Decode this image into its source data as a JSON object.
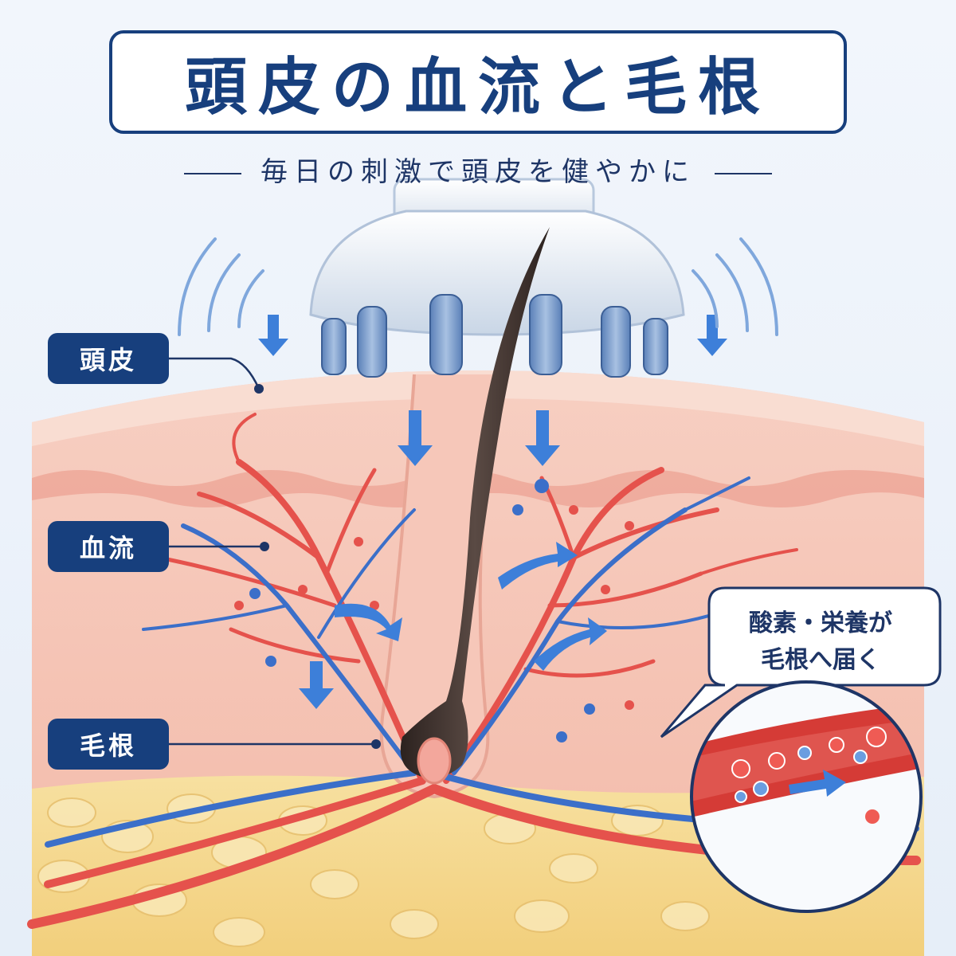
{
  "title": "頭皮の血流と毛根",
  "subtitle": "毎日の刺激で頭皮を健やかに",
  "labels": {
    "scalp": "頭皮",
    "blood_flow": "血流",
    "hair_root": "毛根"
  },
  "callout": {
    "line1": "酸素・栄養が",
    "line2": "毛根へ届く"
  },
  "colors": {
    "navy": "#173f7d",
    "skin": "#f5c4b6",
    "artery": "#e5524c",
    "vein": "#3b6fc9",
    "fat": "#f5d88f",
    "arrow": "#3d7fd9"
  },
  "icons": [
    "scalp-massager-icon",
    "down-arrow-icon",
    "flow-arrow-icon",
    "vibration-wave-icon"
  ]
}
